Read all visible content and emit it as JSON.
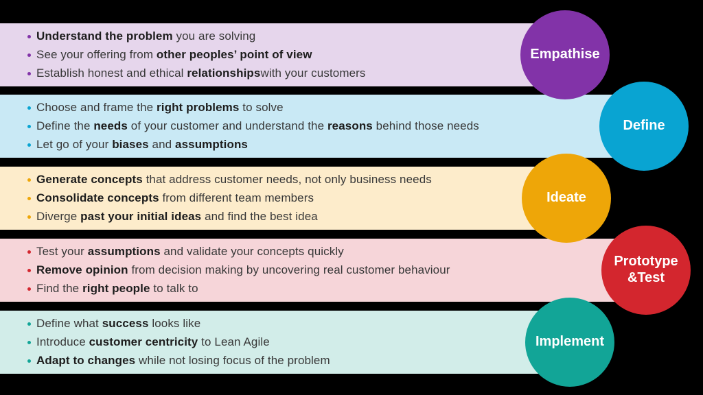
{
  "background_color": "#000000",
  "text_color": "#383838",
  "bold_text_color": "#1d1d1d",
  "stages": [
    {
      "label": "Empathise",
      "label_lines": [
        "Empathise"
      ],
      "band_color": "#e6d6ec",
      "accent_color": "#8233a8",
      "bullets": [
        {
          "runs": [
            {
              "text": "Understand the problem",
              "bold": true
            },
            {
              "text": " you are solving",
              "bold": false
            }
          ]
        },
        {
          "runs": [
            {
              "text": "See your offering from ",
              "bold": false
            },
            {
              "text": "other peoples’ point of view",
              "bold": true
            }
          ]
        },
        {
          "runs": [
            {
              "text": "Establish honest and ethical ",
              "bold": false
            },
            {
              "text": "relationships",
              "bold": true
            },
            {
              "text": "with your customers",
              "bold": false
            }
          ]
        }
      ]
    },
    {
      "label": "Define",
      "label_lines": [
        "Define"
      ],
      "band_color": "#c9e9f5",
      "accent_color": "#09a4d2",
      "bullets": [
        {
          "runs": [
            {
              "text": "Choose and frame the ",
              "bold": false
            },
            {
              "text": "right problems",
              "bold": true
            },
            {
              "text": " to solve",
              "bold": false
            }
          ]
        },
        {
          "runs": [
            {
              "text": "Define the ",
              "bold": false
            },
            {
              "text": "needs",
              "bold": true
            },
            {
              "text": " of your customer and understand the ",
              "bold": false
            },
            {
              "text": "reasons",
              "bold": true
            },
            {
              "text": " behind those needs",
              "bold": false
            }
          ]
        },
        {
          "runs": [
            {
              "text": "Let go of your ",
              "bold": false
            },
            {
              "text": "biases",
              "bold": true
            },
            {
              "text": " and ",
              "bold": false
            },
            {
              "text": "assumptions",
              "bold": true
            }
          ]
        }
      ]
    },
    {
      "label": "Ideate",
      "label_lines": [
        "Ideate"
      ],
      "band_color": "#fdeccb",
      "accent_color": "#eea608",
      "bullets": [
        {
          "runs": [
            {
              "text": "Generate concepts",
              "bold": true
            },
            {
              "text": " that address customer needs, not only business needs",
              "bold": false
            }
          ]
        },
        {
          "runs": [
            {
              "text": "Consolidate concepts",
              "bold": true
            },
            {
              "text": " from different team members",
              "bold": false
            }
          ]
        },
        {
          "runs": [
            {
              "text": "Diverge ",
              "bold": false
            },
            {
              "text": "past your initial ideas",
              "bold": true
            },
            {
              "text": " and find the best idea",
              "bold": false
            }
          ]
        }
      ]
    },
    {
      "label": "Prototype &Test",
      "label_lines": [
        "Prototype",
        "&Test"
      ],
      "band_color": "#f6d5d9",
      "accent_color": "#d3262e",
      "bullets": [
        {
          "runs": [
            {
              "text": "Test your ",
              "bold": false
            },
            {
              "text": "assumptions",
              "bold": true
            },
            {
              "text": " and validate your concepts quickly",
              "bold": false
            }
          ]
        },
        {
          "runs": [
            {
              "text": "Remove opinion",
              "bold": true
            },
            {
              "text": " from decision making by uncovering real customer behaviour",
              "bold": false
            }
          ]
        },
        {
          "runs": [
            {
              "text": "Find the ",
              "bold": false
            },
            {
              "text": "right people",
              "bold": true
            },
            {
              "text": " to talk to",
              "bold": false
            }
          ]
        }
      ]
    },
    {
      "label": "Implement",
      "label_lines": [
        "Implement"
      ],
      "band_color": "#d2ede9",
      "accent_color": "#12a597",
      "bullets": [
        {
          "runs": [
            {
              "text": "Define what ",
              "bold": false
            },
            {
              "text": "success",
              "bold": true
            },
            {
              "text": " looks like",
              "bold": false
            }
          ]
        },
        {
          "runs": [
            {
              "text": "Introduce ",
              "bold": false
            },
            {
              "text": "customer centricity",
              "bold": true
            },
            {
              "text": " to Lean Agile",
              "bold": false
            }
          ]
        },
        {
          "runs": [
            {
              "text": "Adapt to changes",
              "bold": true
            },
            {
              "text": " while not losing focus of the problem",
              "bold": false
            }
          ]
        }
      ]
    }
  ]
}
